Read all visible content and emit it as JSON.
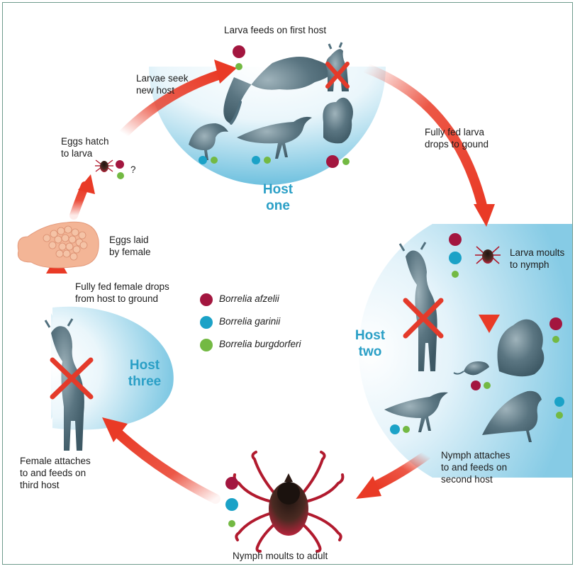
{
  "labels": {
    "larva_feeds": "Larva feeds on first host",
    "larvae_seek": "Larvae seek\nnew host",
    "eggs_hatch": "Eggs hatch\nto larva",
    "question_mark": "?",
    "eggs_laid": "Eggs laid\nby female",
    "fully_fed_larva": "Fully fed larva\ndrops to gound",
    "larva_moults": "Larva moults\nto nymph",
    "female_drops": "Fully fed female drops\nfrom host to ground",
    "female_attaches": "Female attaches\nto and feeds on\nthird host",
    "nymph_attaches": "Nymph attaches\nto and feeds on\nsecond host",
    "nymph_moults": "Nymph moults to adult"
  },
  "hosts": {
    "one": "Host\none",
    "two": "Host\ntwo",
    "three": "Host\nthree"
  },
  "legend": [
    {
      "name": "Borrelia afzelii",
      "color": "#a3163f"
    },
    {
      "name": "Borrelia garinii",
      "color": "#1ba2c7"
    },
    {
      "name": "Borrelia burgdorferi",
      "color": "#73b943"
    }
  ],
  "colors": {
    "arrow": "#e93a26",
    "animal": "#51707e",
    "host_region": "#a9d9ec",
    "cross": "#e43a2a",
    "tick_body": "#3a2620",
    "tick_legs": "#b11a2e",
    "eggs": "#f3b596"
  },
  "icons": [
    "rat-icon",
    "fawn-icon",
    "bird-icon",
    "squirrel-icon",
    "mouse-icon",
    "deer-icon",
    "tick-icon",
    "egg-mass-icon",
    "cross-icon"
  ]
}
